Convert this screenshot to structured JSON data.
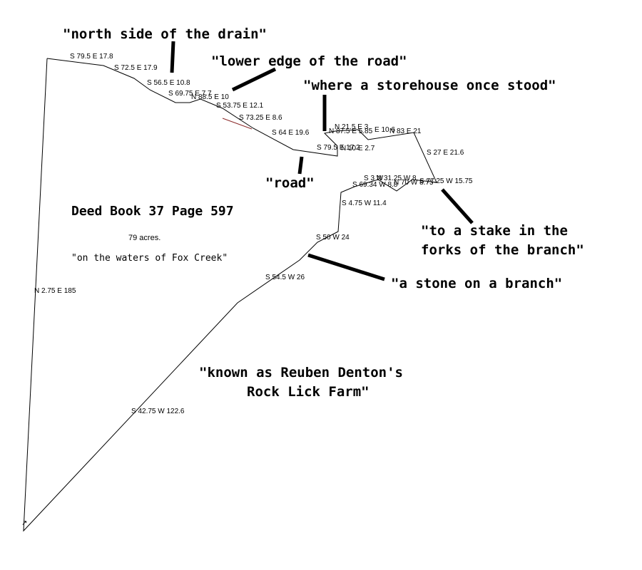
{
  "title": "Deed Book 37 Page 597",
  "acreage": "79 acres.",
  "waters": "\"on the waters of Fox Creek\"",
  "known_as": {
    "line1": "\"known as Reuben Denton's",
    "line2": "Rock Lick Farm\""
  },
  "quotes": {
    "drain": "\"north side of the drain\"",
    "lower_edge": "\"lower edge of the road\"",
    "storehouse": "\"where a storehouse once stood\"",
    "road": "\"road\"",
    "stake_line1": "\"to a stake in the",
    "stake_line2": "forks of the branch\"",
    "stone": "\"a stone on a branch\""
  },
  "bearings": {
    "b1": "S 79.5 E 17.8",
    "b2": "S 72.5 E 17.9",
    "b3": "S 56.5 E 10.8",
    "b4": "S 69.75 E 7.7",
    "b5": "N 88.5 E 10",
    "b6": "S 53.75 E 12.1",
    "b7": "S 73.25 E 8.6",
    "b8": "S 64 E 19.6",
    "b9": "S 79.5 E 17.2",
    "b10": "N 10 E 2.7",
    "b11": "N 21.5 E 3",
    "b12": "N 87.5 E 5.85",
    "b13": "E 10.6",
    "b14": "N 83 E 21",
    "b15": "S 27 E 21.6",
    "b16": "S 3 W",
    "b17": "N 31.25 W 8",
    "b18": "S 69.34 W 8.8",
    "b19": "N 70 W 8.75",
    "b20": "S 77.25 W 15.75",
    "b21": "S 4.75 W 11.4",
    "b22": "S 50 W 24",
    "b23": "S 54.5 W 26",
    "b24": "S 42.75 W 122.6",
    "b25": "N 2.75 E 185"
  },
  "colors": {
    "line": "#000000",
    "accent_segment": "#8b2a2a",
    "background": "#ffffff"
  }
}
